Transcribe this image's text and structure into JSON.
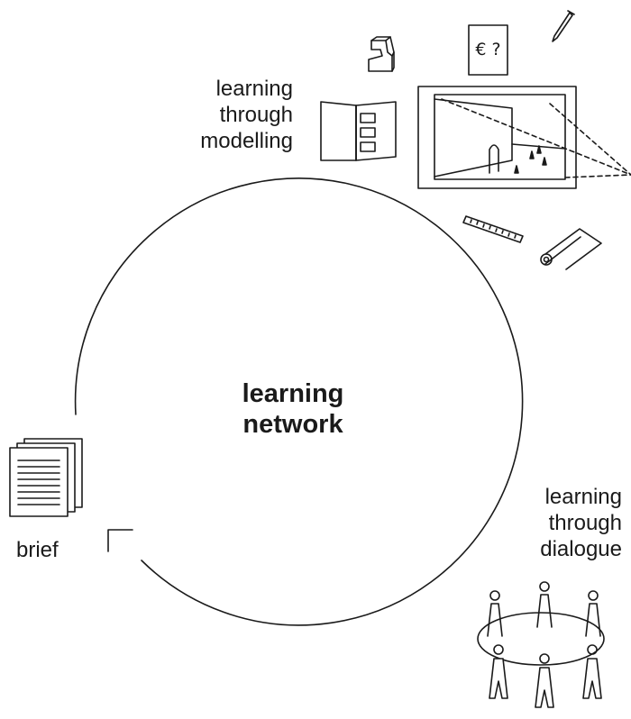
{
  "center": {
    "line1": "learning",
    "line2": "network"
  },
  "modelling_label": {
    "line1": "learning",
    "line2": "through",
    "line3": "modelling"
  },
  "dialogue_label": {
    "line1": "learning",
    "line2": "through",
    "line3": "dialogue"
  },
  "brief_label": "brief",
  "cost_card": "€ ?",
  "icons": [
    "paper-stack-icon",
    "model-block-icon",
    "booklet-icon",
    "cost-card-icon",
    "pencil-icon",
    "perspective-drawing-icon",
    "ruler-icon",
    "paper-roll-icon",
    "round-table-people-icon"
  ]
}
